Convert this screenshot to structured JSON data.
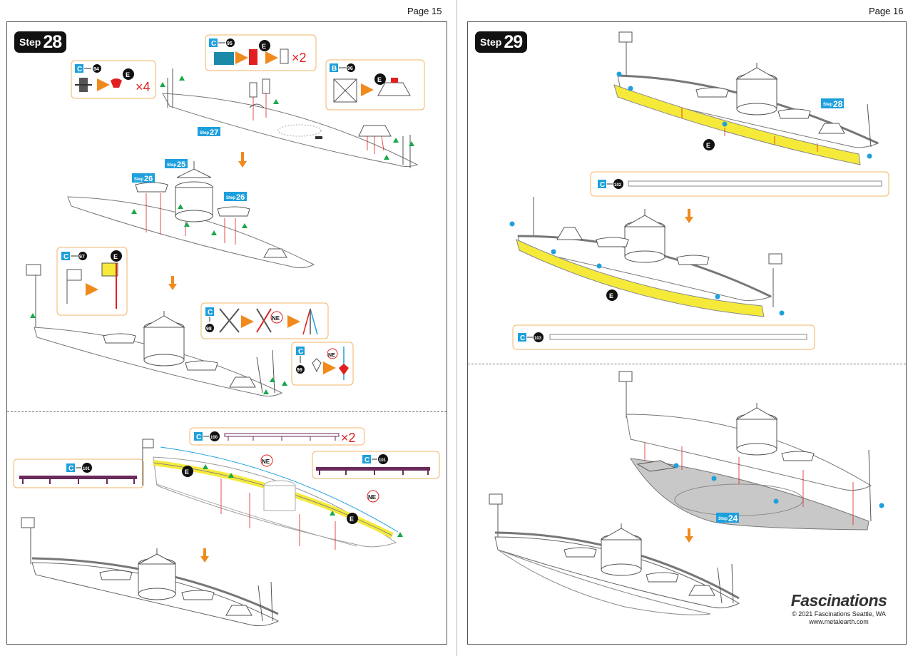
{
  "left_page": {
    "page_label": "Page 15",
    "step_word": "Step",
    "step_number": "28",
    "callouts": {
      "p94": {
        "letter": "C",
        "number": "94",
        "tool": "E",
        "multiplier": "×4"
      },
      "p95": {
        "letter": "C",
        "number": "95",
        "tool": "E",
        "multiplier": "×2"
      },
      "p96": {
        "letter": "B",
        "number": "96",
        "tool": "E"
      },
      "p97": {
        "letter": "C",
        "number": "97",
        "tool": "E"
      },
      "p98": {
        "letter": "C",
        "number": "98",
        "tool": "NE"
      },
      "p99": {
        "letter": "C",
        "number": "99",
        "tool": "NE"
      },
      "p100": {
        "letter": "C",
        "number": "100",
        "multiplier": "×2"
      },
      "p101a": {
        "letter": "C",
        "number": "101"
      },
      "p101b": {
        "letter": "C",
        "number": "101"
      }
    },
    "step_refs": {
      "s27": "27",
      "s25": "25",
      "s26a": "26",
      "s26b": "26"
    },
    "tool_marks": {
      "ne1": "NE",
      "ne2": "NE",
      "e1": "E",
      "e2": "E"
    }
  },
  "right_page": {
    "page_label": "Page 16",
    "step_word": "Step",
    "step_number": "29",
    "callouts": {
      "p102": {
        "letter": "C",
        "number": "102"
      },
      "p103": {
        "letter": "C",
        "number": "103"
      }
    },
    "step_refs": {
      "s28": "28",
      "s24": "24"
    },
    "tool_marks": {
      "e1": "E",
      "e2": "E"
    },
    "brand": {
      "logo": "Fascinations",
      "copyright": "© 2021 Fascinations Seattle, WA",
      "url": "www.metalearth.com"
    }
  },
  "colors": {
    "orange": "#f08a1c",
    "blue": "#1ea0dc",
    "yellow": "#f5ea3a",
    "red": "#e02020",
    "green": "#19a84a",
    "purple": "#6a2a5a",
    "hull_gray": "#c8c8c8",
    "callout_border": "#f2b46a"
  }
}
